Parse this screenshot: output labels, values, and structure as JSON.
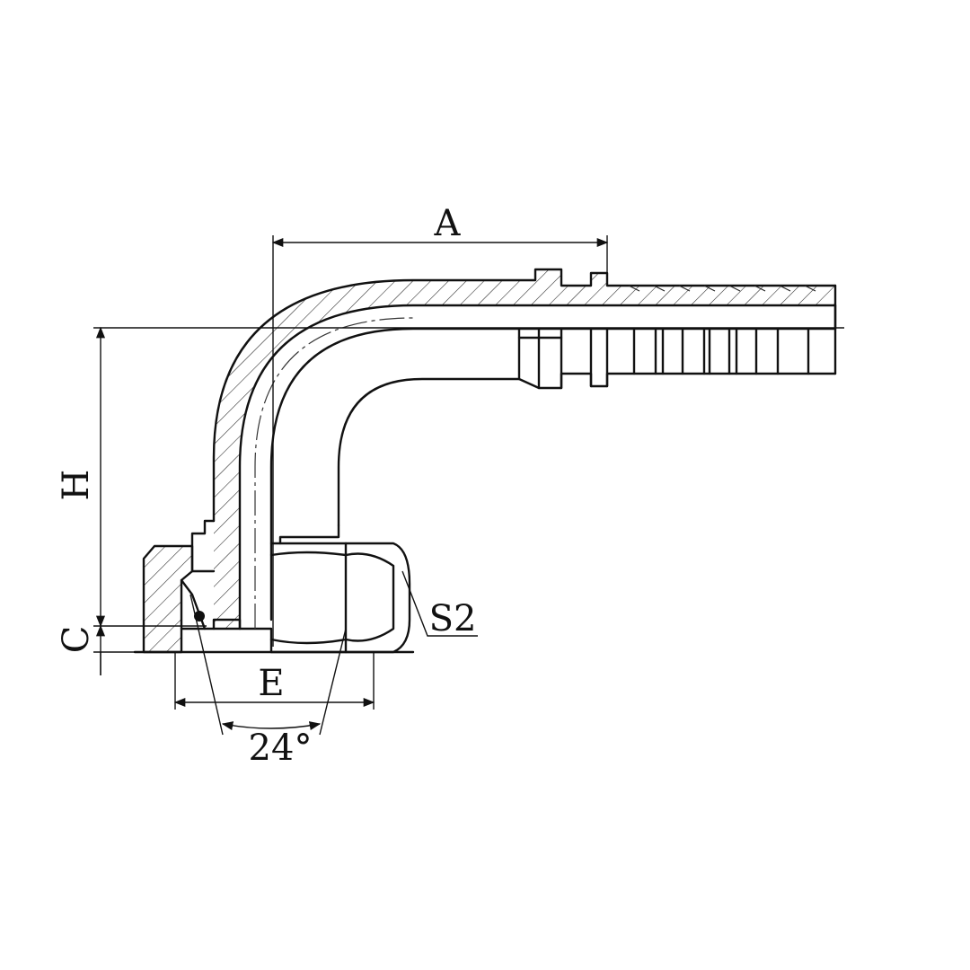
{
  "labels": {
    "A": "A",
    "H": "H",
    "C": "C",
    "E": "E",
    "angle": "24°",
    "S2": "S2"
  },
  "colors": {
    "line": "#111111",
    "background": "#ffffff"
  }
}
